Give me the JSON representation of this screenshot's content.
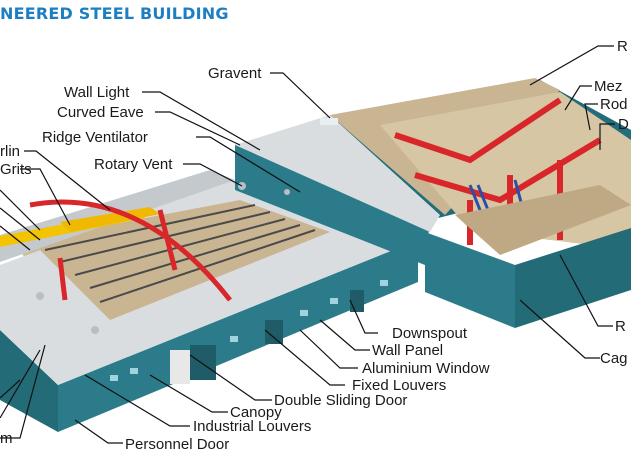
{
  "title": "NEERED STEEL BUILDING",
  "labels": {
    "gravent": "Gravent",
    "wall_light": "Wall Light",
    "curved_eave": "Curved Eave",
    "ridge_ventilator": "Ridge Ventilator",
    "rotary_vent": "Rotary Vent",
    "purlin": "rlin",
    "grits": "Grits",
    "downspout": "Downspout",
    "wall_panel": "Wall Panel",
    "aluminium_window": "Aluminium Window",
    "fixed_louvers": "Fixed Louvers",
    "double_sliding_door": "Double Sliding Door",
    "canopy": "Canopy",
    "industrial_louvers": "Industrial Louvers",
    "personnel_door": "Personnel Door",
    "left_bottom": "m",
    "right_r_top": "R",
    "right_mezz": "Mez",
    "right_rod": "Rod",
    "right_d": "D",
    "right_r_mid": "R",
    "right_cag": "Cag"
  },
  "colors": {
    "title": "#1d7fc1",
    "wall": "#2b7b8a",
    "roof": "#d9dde0",
    "frame": "#d9262a",
    "crane": "#f4c400",
    "stair": "#2b4fa8",
    "floor": "#cdbb9a"
  }
}
